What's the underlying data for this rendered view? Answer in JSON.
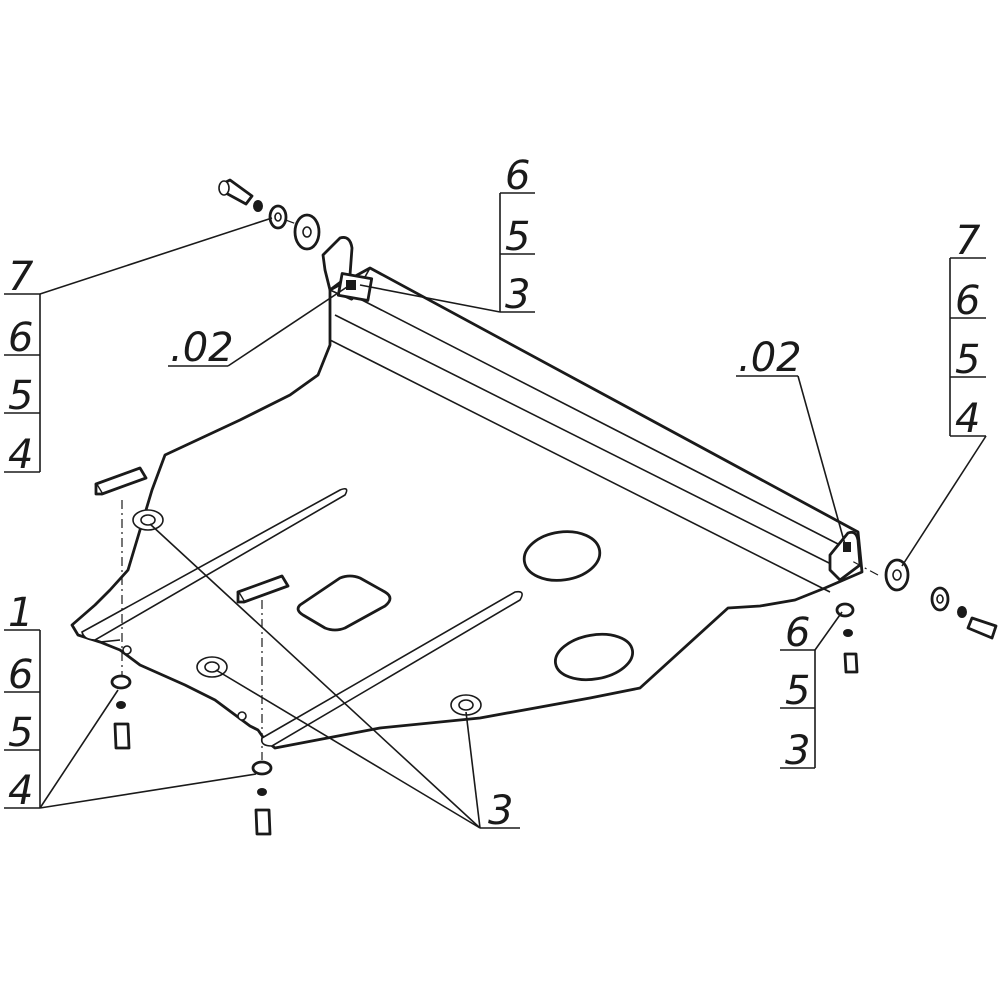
{
  "diagram": {
    "callouts": {
      "left_stack": [
        "7",
        "6",
        "5",
        "4"
      ],
      "top_stack": [
        "6",
        "5",
        "3"
      ],
      "right_stack": [
        "7",
        "6",
        "5",
        "4"
      ],
      "bottom_left_stack": [
        "1",
        "6",
        "5",
        "4"
      ],
      "bottom_right_stack": [
        "6",
        "5",
        "3"
      ],
      "bottom_center": "3",
      "part_left": ".02",
      "part_right": ".02"
    }
  }
}
